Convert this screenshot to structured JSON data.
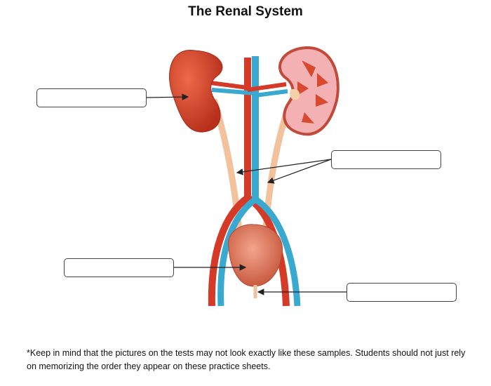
{
  "title": "The Renal System",
  "label_boxes": [
    {
      "id": "kidney",
      "value": ""
    },
    {
      "id": "ureter",
      "value": ""
    },
    {
      "id": "bladder",
      "value": ""
    },
    {
      "id": "urethra",
      "value": ""
    }
  ],
  "note": "*Keep in mind that the pictures on the tests may not look exactly like these samples. Students should not just rely on memorizing the order they appear on these practice sheets.",
  "colors": {
    "kidney": "#d2422a",
    "artery": "#d43a27",
    "vein": "#3aa9cf",
    "ureter": "#f2c29c",
    "bladder": "#d96a4e",
    "medulla": "#f0a7a7"
  }
}
